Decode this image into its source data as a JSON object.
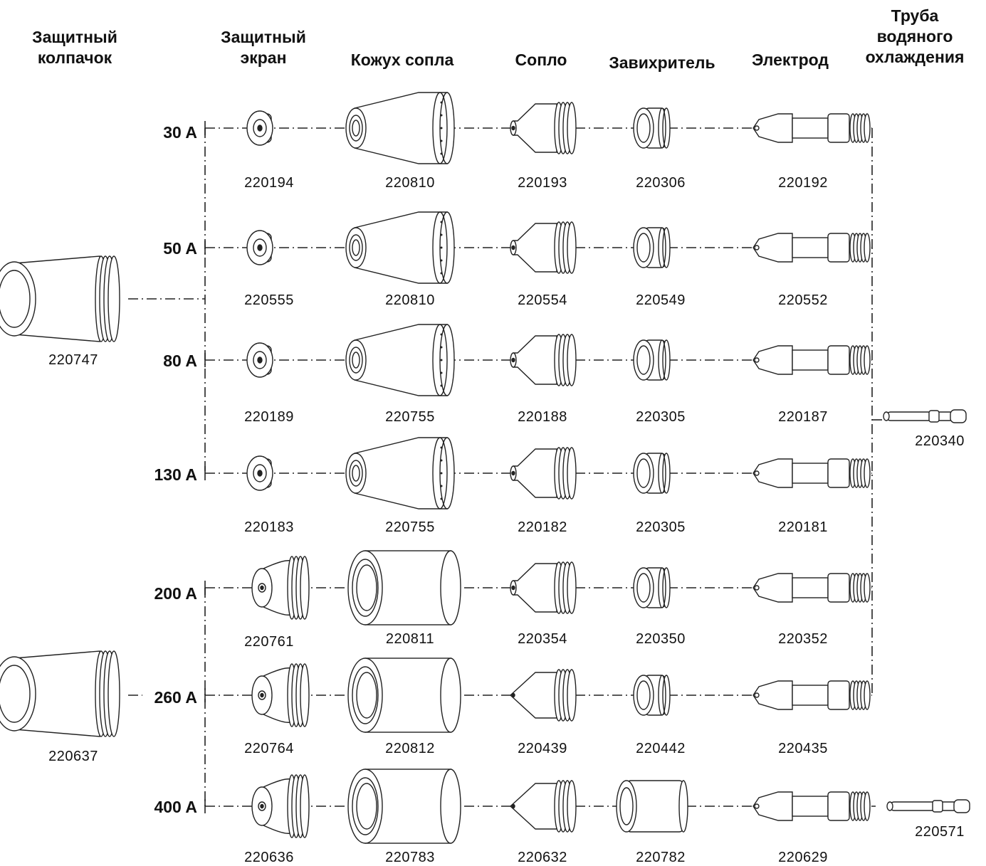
{
  "headers": {
    "cap": [
      "Защитный",
      "колпачок"
    ],
    "shield": [
      "Защитный",
      "экран"
    ],
    "retaining": [
      "Кожух сопла"
    ],
    "nozzle": [
      "Сопло"
    ],
    "swirl": [
      "Завихритель"
    ],
    "electrode": [
      "Электрод"
    ],
    "tube": [
      "Труба",
      "водяного",
      "охлаждения"
    ]
  },
  "rows": [
    {
      "amps": "30 A",
      "parts": [
        "220194",
        "220810",
        "220193",
        "220306",
        "220192"
      ]
    },
    {
      "amps": "50 A",
      "parts": [
        "220555",
        "220810",
        "220554",
        "220549",
        "220552"
      ]
    },
    {
      "amps": "80 A",
      "parts": [
        "220189",
        "220755",
        "220188",
        "220305",
        "220187"
      ]
    },
    {
      "amps": "130 A",
      "parts": [
        "220183",
        "220755",
        "220182",
        "220305",
        "220181"
      ]
    },
    {
      "amps": "200 A",
      "parts": [
        "220761",
        "220811",
        "220354",
        "220350",
        "220352"
      ]
    },
    {
      "amps": "260 A",
      "parts": [
        "220764",
        "220812",
        "220439",
        "220442",
        "220435"
      ]
    },
    {
      "amps": "400 A",
      "parts": [
        "220636",
        "220783",
        "220632",
        "220782",
        "220629"
      ]
    }
  ],
  "caps": [
    "220747",
    "220637"
  ],
  "tubes": [
    "220340",
    "220571"
  ]
}
